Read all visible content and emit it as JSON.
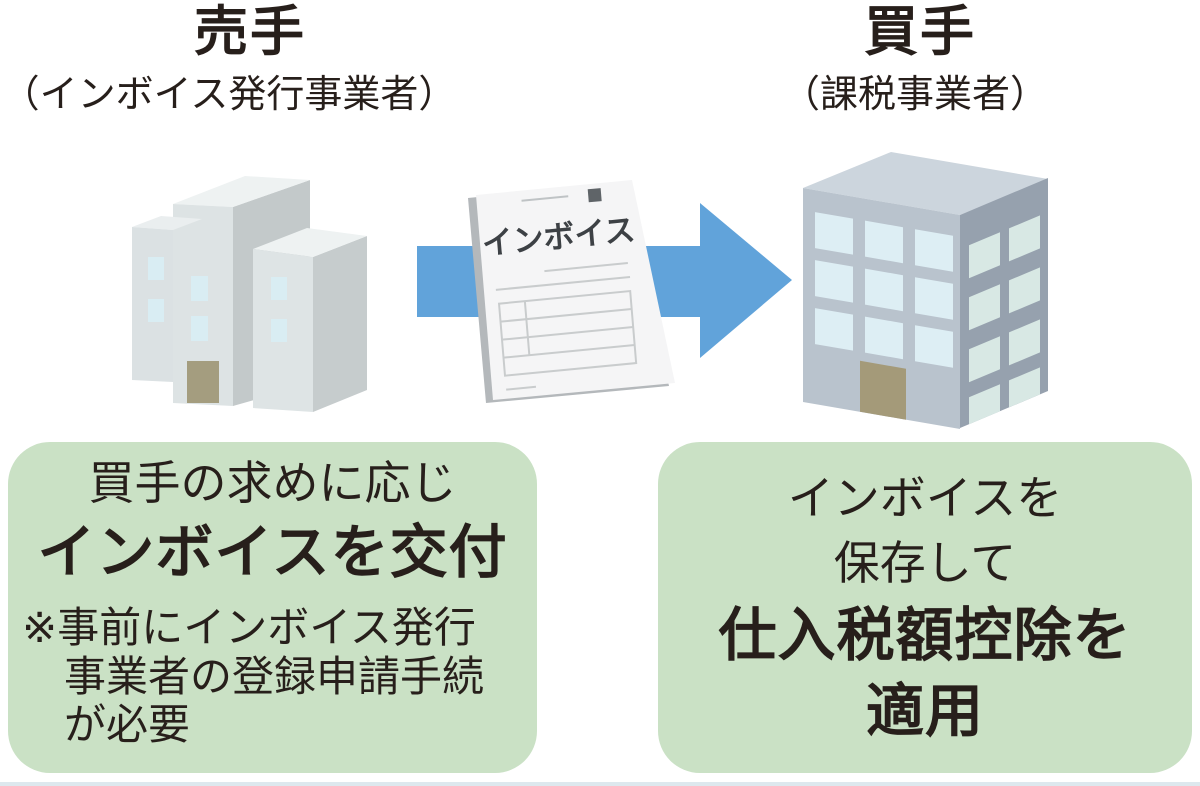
{
  "seller": {
    "title": "売手",
    "subtitle": "（インボイス発行事業者）"
  },
  "buyer": {
    "title": "買手",
    "subtitle": "（課税事業者）"
  },
  "invoice_doc": {
    "label": "インボイス"
  },
  "seller_box": {
    "line1": "買手の求めに応じ",
    "line2": "インボイスを交付",
    "note_line1": "※事前にインボイス発行",
    "note_line2": "事業者の登録申請手続",
    "note_line3": "が必要"
  },
  "buyer_box": {
    "line1": "インボイスを",
    "line2": "保存して",
    "line3": "仕入税額控除を",
    "line4": "適用"
  },
  "colors": {
    "box_green": "#cae1c5",
    "arrow_blue": "#61a3da",
    "text_dark": "#271f1b",
    "seller_building_front": "#dde3e4",
    "buyer_building_front": "#b9c3cd",
    "window_pale_blue": "#ddeef4",
    "door_tan": "#a49d7f",
    "document_page": "#f5f5f6",
    "bottom_rule": "#dde8ee"
  }
}
